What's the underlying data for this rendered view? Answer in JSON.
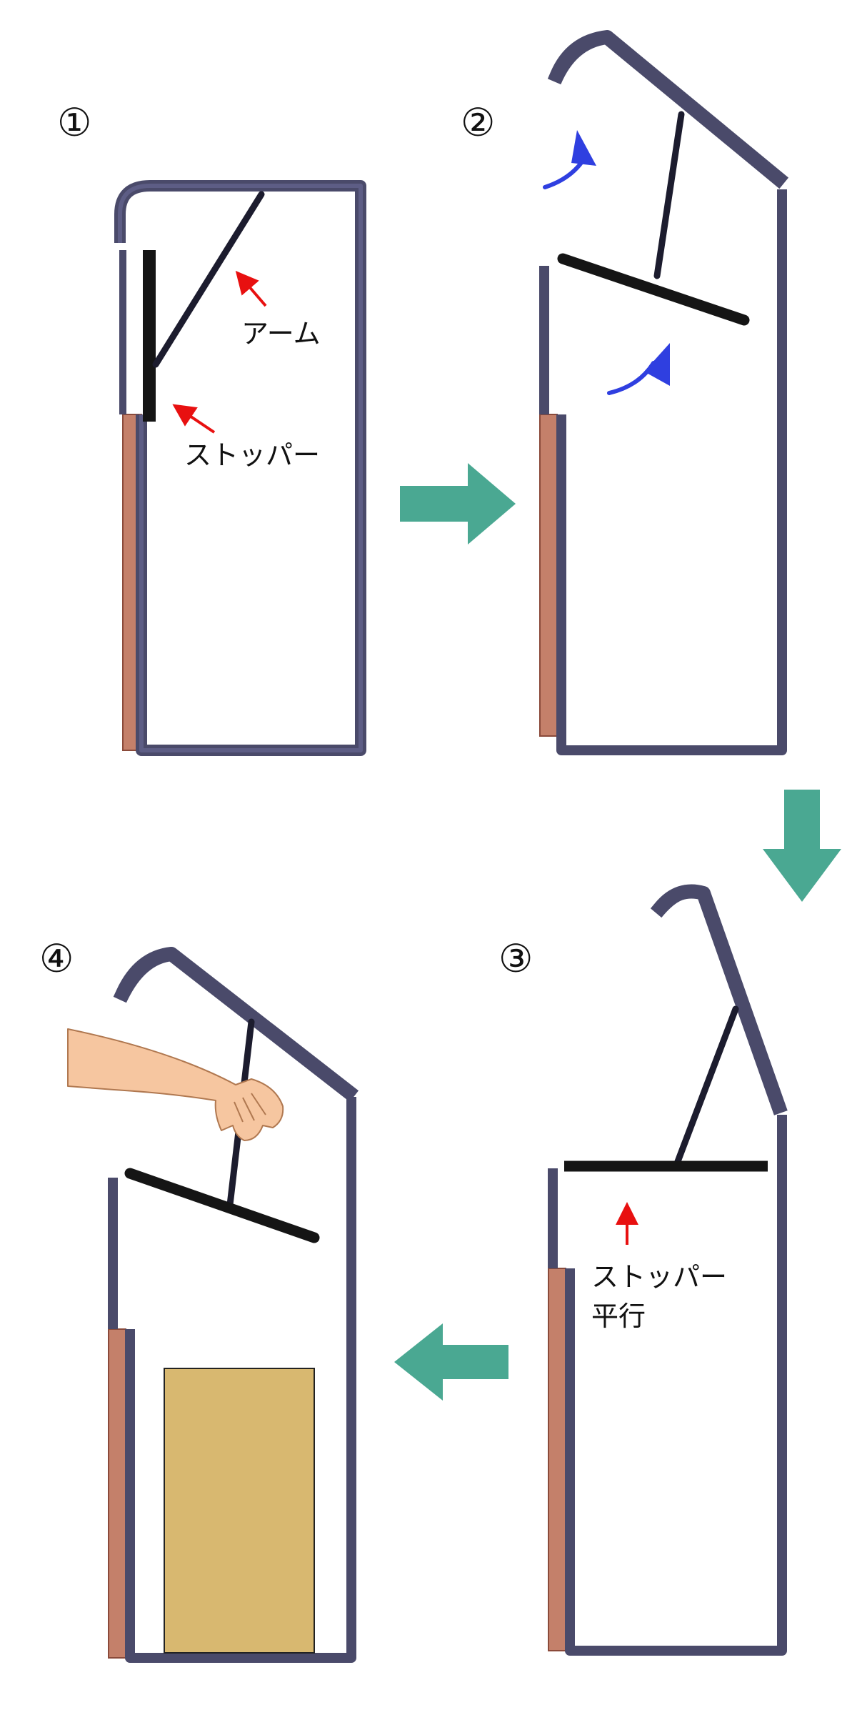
{
  "steps": [
    {
      "number": "①",
      "labels": {
        "arm": "アーム",
        "stopper": "ストッパー"
      }
    },
    {
      "number": "②"
    },
    {
      "number": "③",
      "labels": {
        "stopper_line1": "ストッパー",
        "stopper_line2": "平行"
      }
    },
    {
      "number": "④"
    }
  ],
  "colors": {
    "frame": "#4a4a6a",
    "frame_fill": "#5c5c7c",
    "bar": "#151515",
    "side_panel": "#c4806a",
    "red_arrow": "#e81010",
    "blue_arrow": "#2f3fe0",
    "flow_arrow": "#4aa892",
    "box": "#d8b870",
    "skin": "#f6c6a0"
  },
  "icons": [
    "red-arrow-icon",
    "blue-curved-arrow-icon",
    "flow-arrow-icon",
    "hand-icon"
  ]
}
